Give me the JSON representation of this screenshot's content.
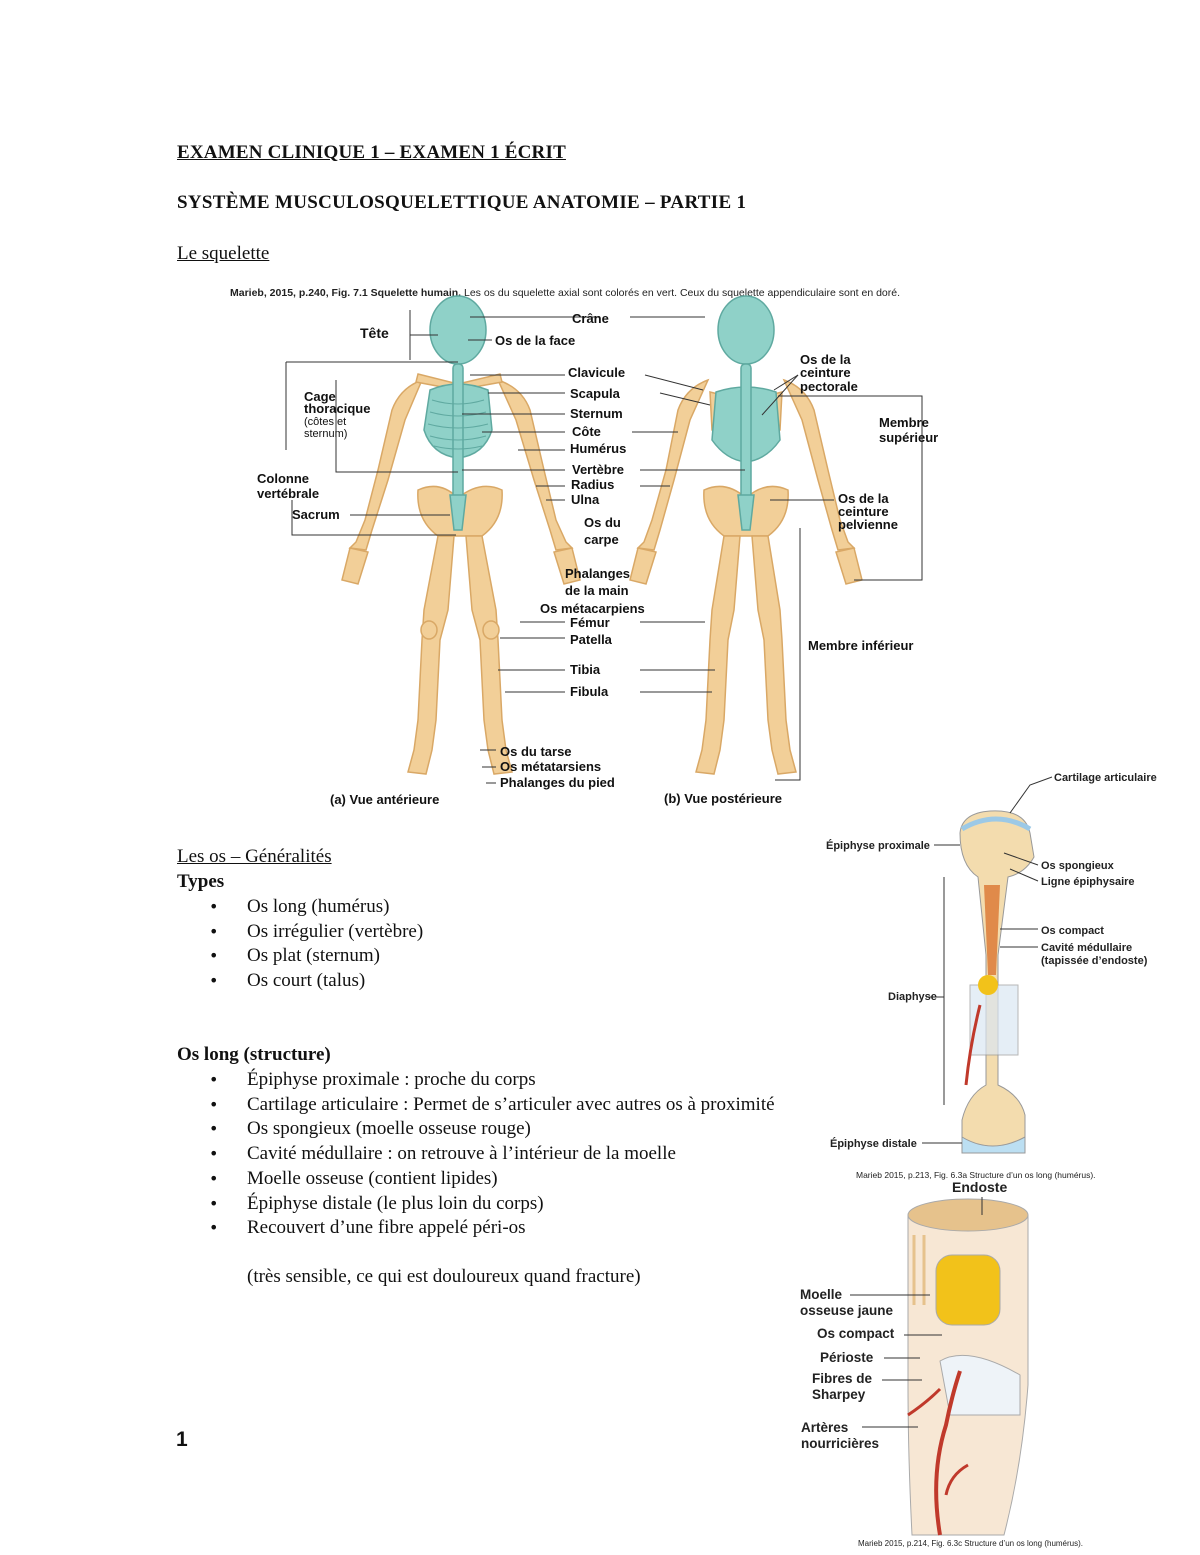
{
  "document": {
    "title": "EXAMEN CLINIQUE 1 – EXAMEN 1 ÉCRIT",
    "subtitle": "SYSTÈME MUSCULOSQUELETTIQUE ANATOMIE – PARTIE 1",
    "page_number": "1"
  },
  "skeleton_section": {
    "heading": "Le squelette ",
    "figure": {
      "caption_bold": "Marieb, 2015, p.240, Fig. 7.1  Squelette humain.",
      "caption_rest": " Les os du squelette axial sont colorés en vert. Ceux du squelette appendiculaire sont en doré.",
      "left_labels": {
        "tete": "Tête",
        "cage1": "Cage",
        "cage2": "thoracique",
        "cage3": "(côtes et",
        "cage4": "sternum)",
        "colonne1": "Colonne",
        "colonne2": "vertébrale",
        "sacrum": "Sacrum"
      },
      "center_labels": {
        "crane": "Crâne",
        "os_face": "Os de la face",
        "clavicule": "Clavicule",
        "scapula": "Scapula",
        "sternum": "Sternum",
        "cote": "Côte",
        "humerus": "Humérus",
        "vertebre": "Vertèbre",
        "radius": "Radius",
        "ulna": "Ulna",
        "carpe1": "Os du",
        "carpe2": "carpe",
        "phalanges_main1": "Phalanges",
        "phalanges_main2": "de la main",
        "metacarpiens": "Os métacarpiens",
        "femur": "Fémur",
        "patella": "Patella",
        "tibia": "Tibia",
        "fibula": "Fibula",
        "tarse": "Os du tarse",
        "metatarsiens": "Os métatarsiens",
        "phalanges_pied": "Phalanges du pied"
      },
      "right_labels": {
        "ceinture_pect1": "Os de la",
        "ceinture_pect2": "ceinture",
        "ceinture_pect3": "pectorale",
        "membre_sup1": "Membre",
        "membre_sup2": "supérieur",
        "ceinture_pelv1": "Os de la",
        "ceinture_pelv2": "ceinture",
        "ceinture_pelv3": "pelvienne",
        "membre_inf": "Membre inférieur"
      },
      "view_a": "(a) Vue antérieure",
      "view_b": "(b) Vue postérieure",
      "colors": {
        "axial": "#8fd1c8",
        "appendicular": "#f2cf98"
      }
    }
  },
  "bones_section": {
    "heading": "Les os – Généralités ",
    "types_heading": "Types",
    "types": [
      "Os long (humérus)",
      "Os irrégulier (vertèbre)",
      "Os plat (sternum)",
      "Os court (talus)"
    ],
    "structure_heading": "Os long (structure)",
    "structure_items": [
      "Épiphyse proximale : proche du corps",
      "Cartilage articulaire : Permet de s’articuler avec autres os à proximité",
      "Os spongieux (moelle osseuse rouge)",
      "Cavité médullaire : on retrouve à l’intérieur de la moelle",
      "Moelle osseuse (contient lipides)",
      "Épiphyse distale (le plus loin du corps)",
      "Recouvert d’une fibre appelé péri-os"
    ],
    "structure_note": "(très sensible, ce qui est douloureux quand fracture)"
  },
  "long_bone_figure": {
    "cartilage": "Cartilage articulaire",
    "epiphyse_prox": "Épiphyse proximale",
    "os_spongieux": "Os spongieux",
    "ligne_epi": "Ligne épiphysaire",
    "os_compact": "Os compact",
    "cavite1": "Cavité médullaire",
    "cavite2": "(tapissée d’endoste)",
    "diaphyse": "Diaphyse",
    "epiphyse_dist": "Épiphyse distale",
    "caption": "Marieb 2015, p.213, Fig. 6.3a  Structure d’un os long (humérus)."
  },
  "section_figure": {
    "endoste": "Endoste",
    "moelle1": "Moelle",
    "moelle2": "osseuse jaune",
    "os_compact": "Os compact",
    "perioste": "Périoste",
    "fibres1": "Fibres de",
    "fibres2": "Sharpey",
    "arteres1": "Artères",
    "arteres2": "nourricières",
    "caption": "Marieb 2015, p.214, Fig. 6.3c  Structure d’un os long (humérus)."
  }
}
